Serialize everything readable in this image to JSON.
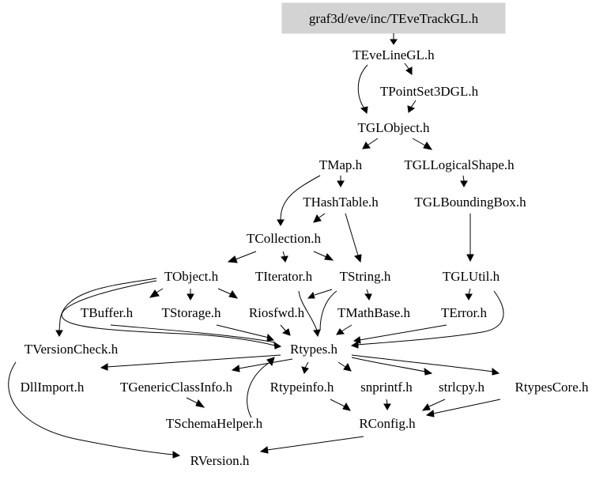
{
  "nodes": {
    "root": "graf3d/eve/inc/TEveTrackGL.h",
    "teveline": "TEveLineGL.h",
    "tpointset": "TPointSet3DGL.h",
    "tglobject": "TGLObject.h",
    "tmap": "TMap.h",
    "tgllogical": "TGLLogicalShape.h",
    "thashtable": "THashTable.h",
    "tglbounding": "TGLBoundingBox.h",
    "tcollection": "TCollection.h",
    "tobject": "TObject.h",
    "titerator": "TIterator.h",
    "tstring": "TString.h",
    "tglutil": "TGLUtil.h",
    "tbuffer": "TBuffer.h",
    "tstorage": "TStorage.h",
    "riosfwd": "Riosfwd.h",
    "tmathbase": "TMathBase.h",
    "terror": "TError.h",
    "tversioncheck": "TVersionCheck.h",
    "rtypes": "Rtypes.h",
    "dllimport": "DllImport.h",
    "tgenericclassinfo": "TGenericClassInfo.h",
    "rtypeinfo": "Rtypeinfo.h",
    "snprintf": "snprintf.h",
    "strlcpy": "strlcpy.h",
    "rtypescore": "RtypesCore.h",
    "tschemahelper": "TSchemaHelper.h",
    "rconfig": "RConfig.h",
    "rversion": "RVersion.h"
  }
}
